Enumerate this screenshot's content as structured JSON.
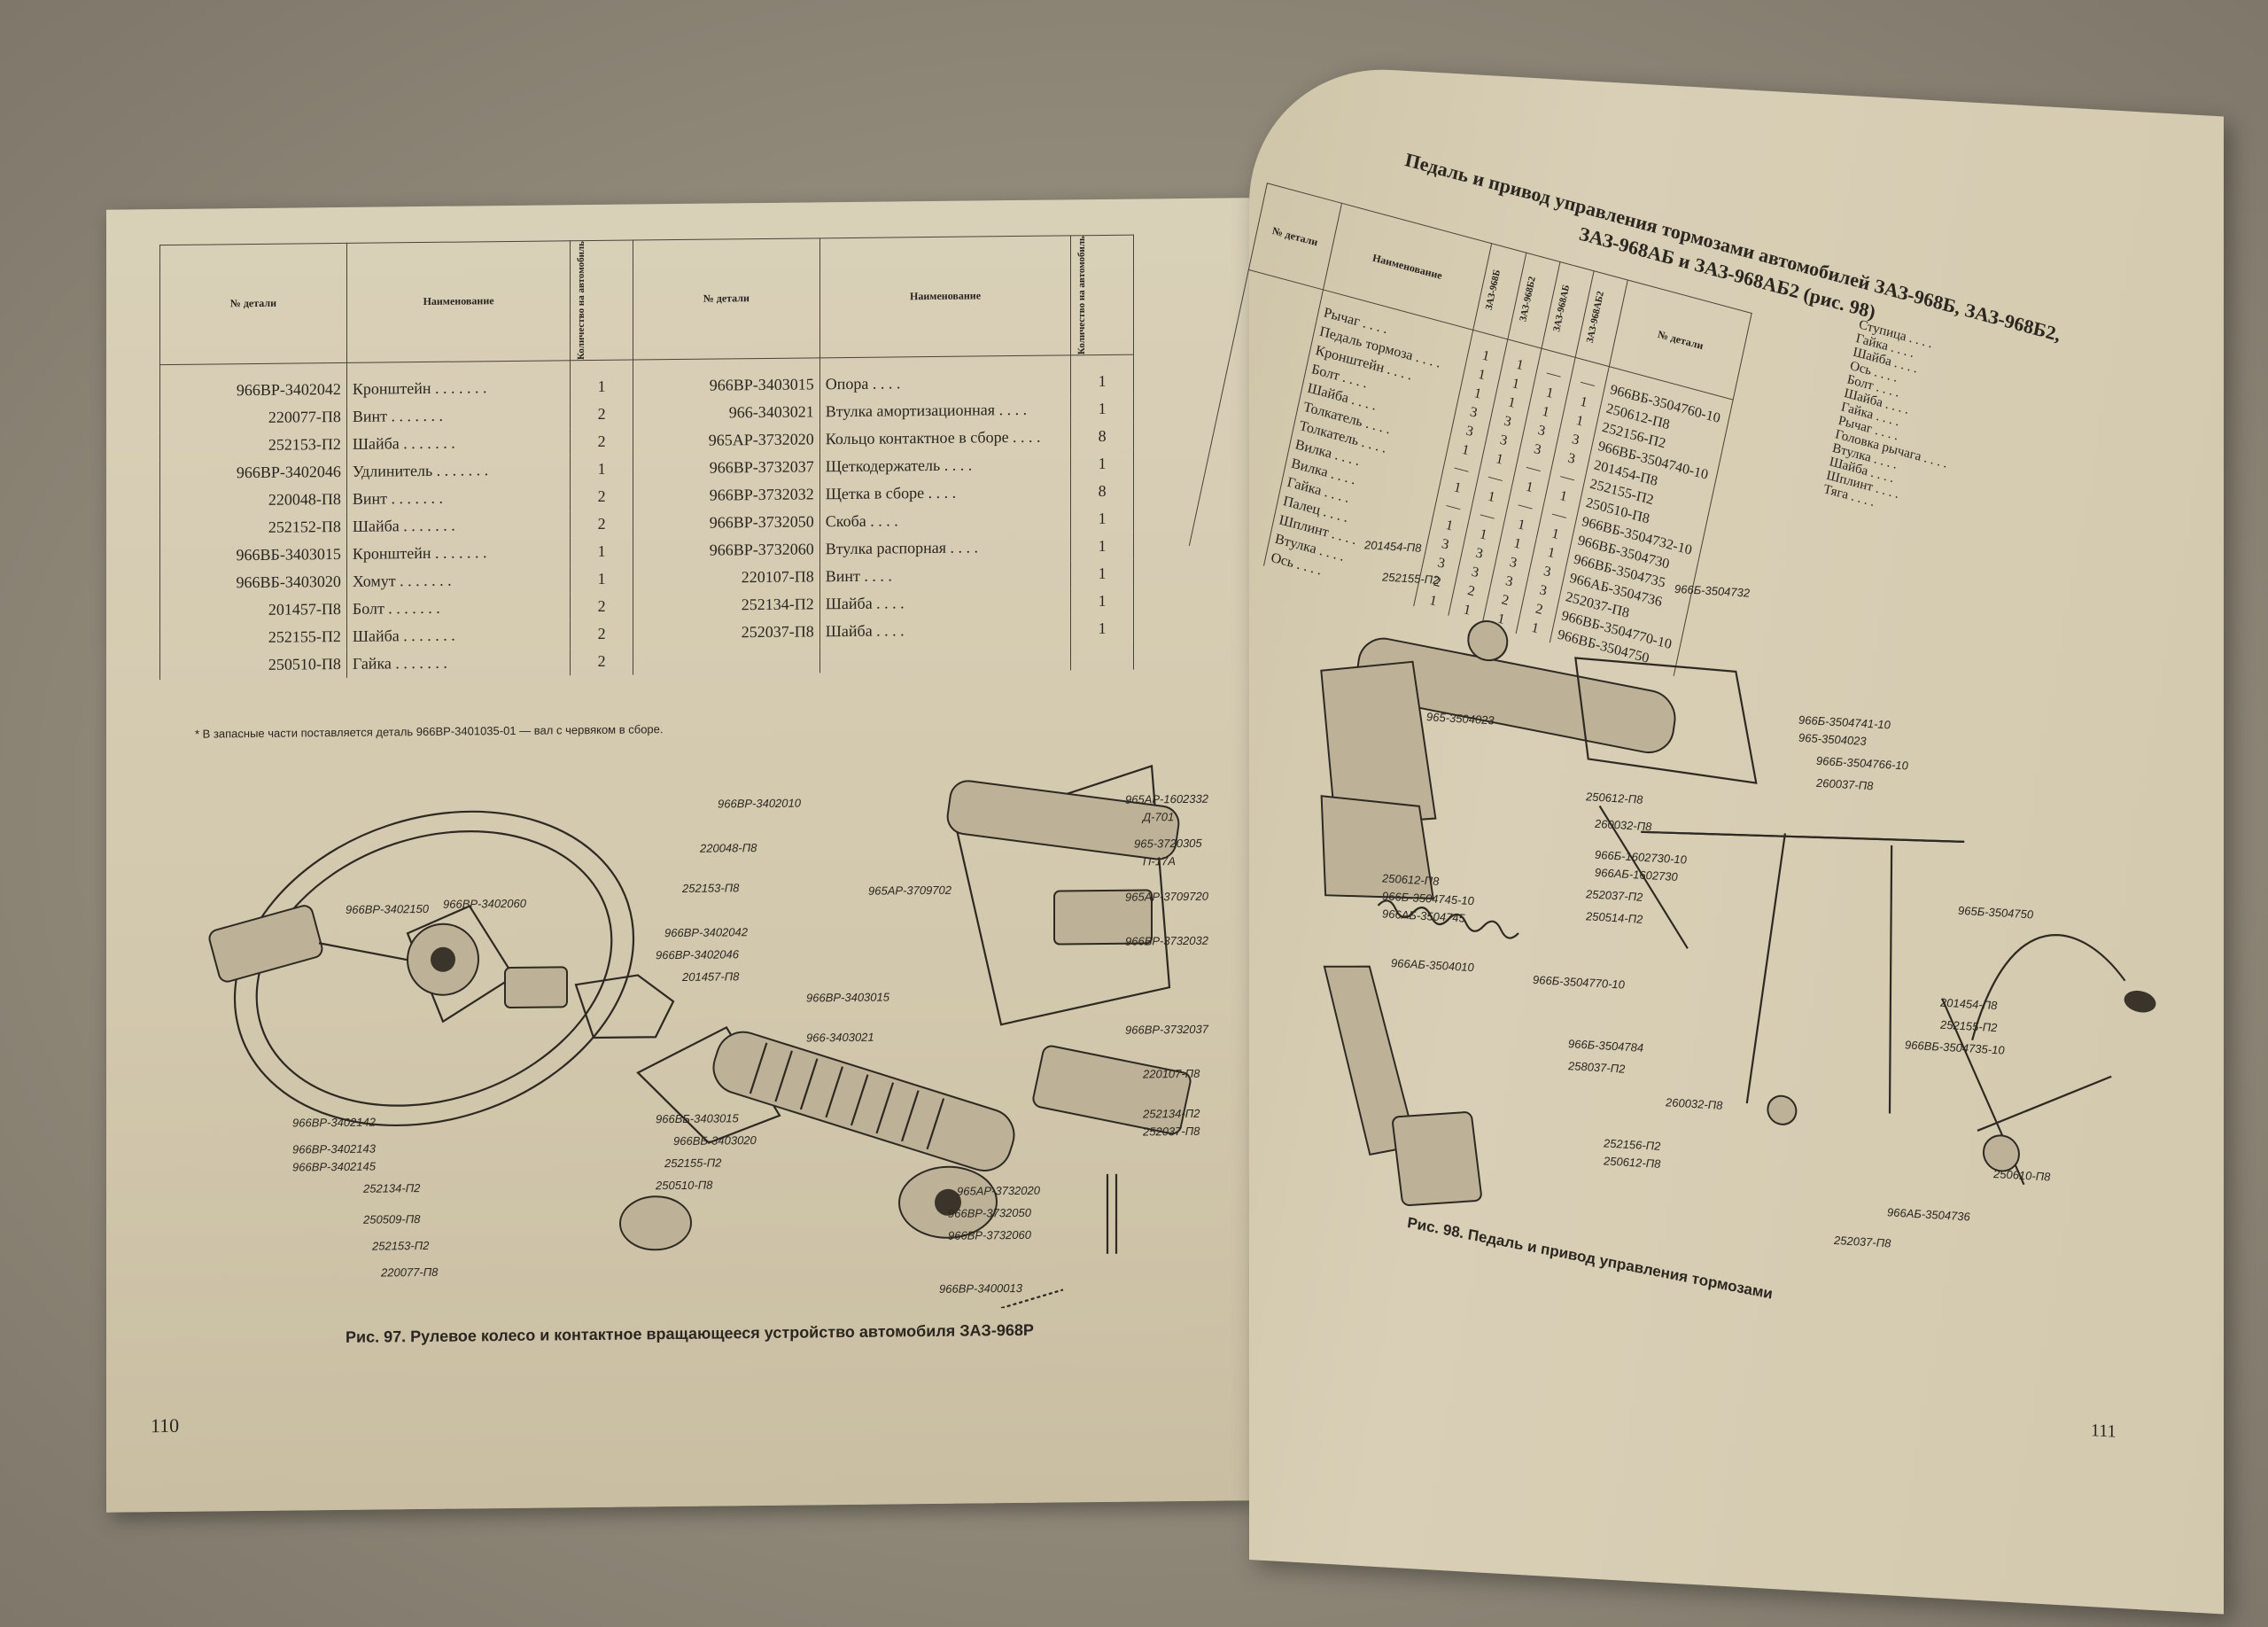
{
  "left_page": {
    "table_headers": {
      "part_no": "№ детали",
      "name": "Наименование",
      "qty": "Количество на автомобиль"
    },
    "table_left": [
      {
        "pn": "966ВР-3402042",
        "name": "Кронштейн",
        "qty": "1"
      },
      {
        "pn": "220077-П8",
        "name": "Винт",
        "qty": "2"
      },
      {
        "pn": "252153-П2",
        "name": "Шайба",
        "qty": "2"
      },
      {
        "pn": "966ВР-3402046",
        "name": "Удлинитель",
        "qty": "1"
      },
      {
        "pn": "220048-П8",
        "name": "Винт",
        "qty": "2"
      },
      {
        "pn": "252152-П8",
        "name": "Шайба",
        "qty": "2"
      },
      {
        "pn": "966ВБ-3403015",
        "name": "Кронштейн",
        "qty": "1"
      },
      {
        "pn": "966ВБ-3403020",
        "name": "Хомут",
        "qty": "1"
      },
      {
        "pn": "201457-П8",
        "name": "Болт",
        "qty": "2"
      },
      {
        "pn": "252155-П2",
        "name": "Шайба",
        "qty": "2"
      },
      {
        "pn": "250510-П8",
        "name": "Гайка",
        "qty": "2"
      }
    ],
    "table_right": [
      {
        "pn": "966ВР-3403015",
        "name": "Опора",
        "qty": "1"
      },
      {
        "pn": "966-3403021",
        "name": "Втулка амортизационная",
        "qty": "1"
      },
      {
        "pn": "965АР-3732020",
        "name": "Кольцо контактное в сборе",
        "qty": "8"
      },
      {
        "pn": "966ВР-3732037",
        "name": "Щеткодержатель",
        "qty": "1"
      },
      {
        "pn": "966ВР-3732032",
        "name": "Щетка в сборе",
        "qty": "8"
      },
      {
        "pn": "966ВР-3732050",
        "name": "Скоба",
        "qty": "1"
      },
      {
        "pn": "966ВР-3732060",
        "name": "Втулка распорная",
        "qty": "1"
      },
      {
        "pn": "220107-П8",
        "name": "Винт",
        "qty": "1"
      },
      {
        "pn": "252134-П2",
        "name": "Шайба",
        "qty": "1"
      },
      {
        "pn": "252037-П8",
        "name": "Шайба",
        "qty": "1"
      }
    ],
    "note": "* В запасные части поставляется деталь 966ВР-3401035-01 — вал с червяком в сборе.",
    "callouts": {
      "c1": "966ВР-3402010",
      "c2": "220048-П8",
      "c3": "966ВР-3402150",
      "c4": "966ВР-3402060",
      "c5": "252153-П8",
      "c6": "966ВР-3402042",
      "c7": "966ВР-3402046",
      "c8": "201457-П8",
      "c9": "966ВР-3403015",
      "c10": "966-3403021",
      "c11": "966ВР-3402142",
      "c12": "966ВР-3402143",
      "c13": "966ВР-3402145",
      "c14": "966ВБ-3403015",
      "c15": "966ВБ-3403020",
      "c16": "252155-П2",
      "c17": "250510-П8",
      "c18": "252134-П2",
      "c19": "250509-П8",
      "c20": "252153-П2",
      "c21": "220077-П8",
      "c22": "965АР-1602332",
      "c23": "Д-701",
      "c24": "965-3720305",
      "c25": "П-17А",
      "c26": "965АР-3709702",
      "c27": "965АР-3709720",
      "c28": "966ВР-3732032",
      "c29": "966ВР-3732037",
      "c30": "220107-П8",
      "c31": "252134-П2",
      "c32": "252037-П8",
      "c33": "965АР-3732020",
      "c34": "966ВР-3732050",
      "c35": "966ВР-3732060",
      "c36": "966ВР-3400013"
    },
    "caption": "Рис. 97. Рулевое колесо и контактное вращающееся устройство автомобиля ЗАЗ-968Р",
    "page_number": "110"
  },
  "right_page": {
    "title_line1": "Педаль и привод управления тормозами автомобилей ЗАЗ-968Б, ЗАЗ-968Б2,",
    "title_line2": "ЗАЗ-968АБ и ЗАЗ-968АБ2 (рис. 98)",
    "headers": {
      "part_no": "№ детали",
      "name": "Наименование",
      "qty": "Количество на автомобиль",
      "models": [
        "ЗАЗ-968Б",
        "ЗАЗ-968Б2",
        "ЗАЗ-968АБ",
        "ЗАЗ-968АБ2"
      ]
    },
    "rows": [
      {
        "name": "Рычаг",
        "q": [
          "1",
          "1",
          "—",
          "—"
        ]
      },
      {
        "name": "Педаль тормоза",
        "q": [
          "1",
          "1",
          "1",
          "1"
        ]
      },
      {
        "name": "Кронштейн",
        "q": [
          "1",
          "1",
          "1",
          "1"
        ]
      },
      {
        "name": "Болт",
        "q": [
          "3",
          "3",
          "3",
          "3"
        ]
      },
      {
        "name": "Шайба",
        "q": [
          "3",
          "3",
          "3",
          "3"
        ]
      },
      {
        "name": "Толкатель",
        "q": [
          "1",
          "1",
          "—",
          "—"
        ]
      },
      {
        "name": "Толкатель",
        "q": [
          "—",
          "—",
          "1",
          "1"
        ]
      },
      {
        "name": "Вилка",
        "q": [
          "1",
          "1",
          "—",
          "—"
        ]
      },
      {
        "name": "Вилка",
        "q": [
          "—",
          "—",
          "1",
          "1"
        ]
      },
      {
        "name": "Гайка",
        "q": [
          "1",
          "1",
          "1",
          "1"
        ]
      },
      {
        "name": "Палец",
        "q": [
          "3",
          "3",
          "3",
          "3"
        ]
      },
      {
        "name": "Шплинт",
        "q": [
          "3",
          "3",
          "3",
          "3"
        ]
      },
      {
        "name": "Втулка",
        "q": [
          "2",
          "2",
          "2",
          "2"
        ]
      },
      {
        "name": "Ось",
        "q": [
          "1",
          "1",
          "1",
          "1"
        ]
      }
    ],
    "parts_col2": [
      "966ВБ-3504760-10",
      "250612-П8",
      "252156-П2",
      "966ВБ-3504740-10",
      "201454-П8",
      "252155-П2",
      "250510-П8",
      "966ВБ-3504732-10",
      "966ВБ-3504730",
      "966ВБ-3504735",
      "966АБ-3504736",
      "252037-П8",
      "966ВБ-3504770-10",
      "966ВБ-3504750"
    ],
    "names_col2": [
      "Ступица",
      "Гайка",
      "Шайба",
      "Ось",
      "Болт",
      "Шайба",
      "Гайка",
      "Рычаг",
      "Головка рычага",
      "Втулка",
      "Шайба",
      "Шплинт",
      "Тяга"
    ],
    "callouts": {
      "r1": "201454-П8",
      "r2": "252155-П2",
      "r3": "966Б-3504732",
      "r4": "966Б-3504741-10",
      "r5": "965-3504023",
      "r6": "966Б-3504766-10",
      "r7": "260037-П8",
      "r8": "250612-П8",
      "r9": "260032-П8",
      "r10": "966Б-1602730-10",
      "r11": "966АБ-1602730",
      "r12": "252037-П2",
      "r13": "250514-П2",
      "r14": "250612-П8",
      "r15": "966Б-3504745-10",
      "r16": "966АБ-3504745",
      "r17": "966АБ-3504010",
      "r18": "966Б-3504770-10",
      "r19": "201454-П8",
      "r20": "252155-П2",
      "r21": "966Б-3504784",
      "r22": "258037-П2",
      "r23": "260032-П8",
      "r24": "252156-П2",
      "r25": "250612-П8",
      "r26": "966ВБ-3504735-10",
      "r27": "965Б-3504750",
      "r28": "250610-П8",
      "r29": "966АБ-3504736",
      "r30": "252037-П8",
      "r31": "965-3504023"
    },
    "caption": "Рис. 98. Педаль и привод управления тормозами",
    "page_number": "111"
  }
}
